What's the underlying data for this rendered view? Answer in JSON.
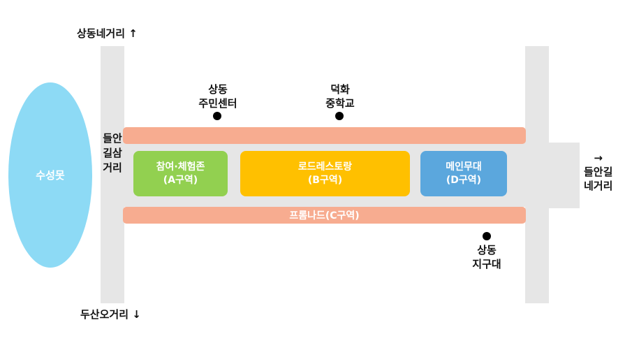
{
  "directions": {
    "north": "상동네거리 ↑",
    "south": "두산오거리 ↓",
    "east_arrow": "→",
    "east_line1": "들안길",
    "east_line2": "네거리"
  },
  "lake_label": "수성못",
  "left_road_label": "들안길삼거리",
  "places": {
    "community_center": {
      "line1": "상동",
      "line2": "주민센터"
    },
    "school": {
      "line1": "덕화",
      "line2": "중학교"
    },
    "police": {
      "line1": "상동",
      "line2": "지구대"
    }
  },
  "zones": {
    "a": {
      "name": "참여·체험존",
      "code": "(A구역)",
      "color": "#92d050"
    },
    "b": {
      "name": "로드레스토랑",
      "code": "(B구역)",
      "color": "#ffc000"
    },
    "c": {
      "label": "프롬나드(C구역)",
      "color": "#f7ac90"
    },
    "d": {
      "name": "메인무대",
      "code": "(D구역)",
      "color": "#5ba7dd"
    }
  },
  "colors": {
    "road": "#e6e6e6",
    "lake": "#8ddaf5"
  }
}
